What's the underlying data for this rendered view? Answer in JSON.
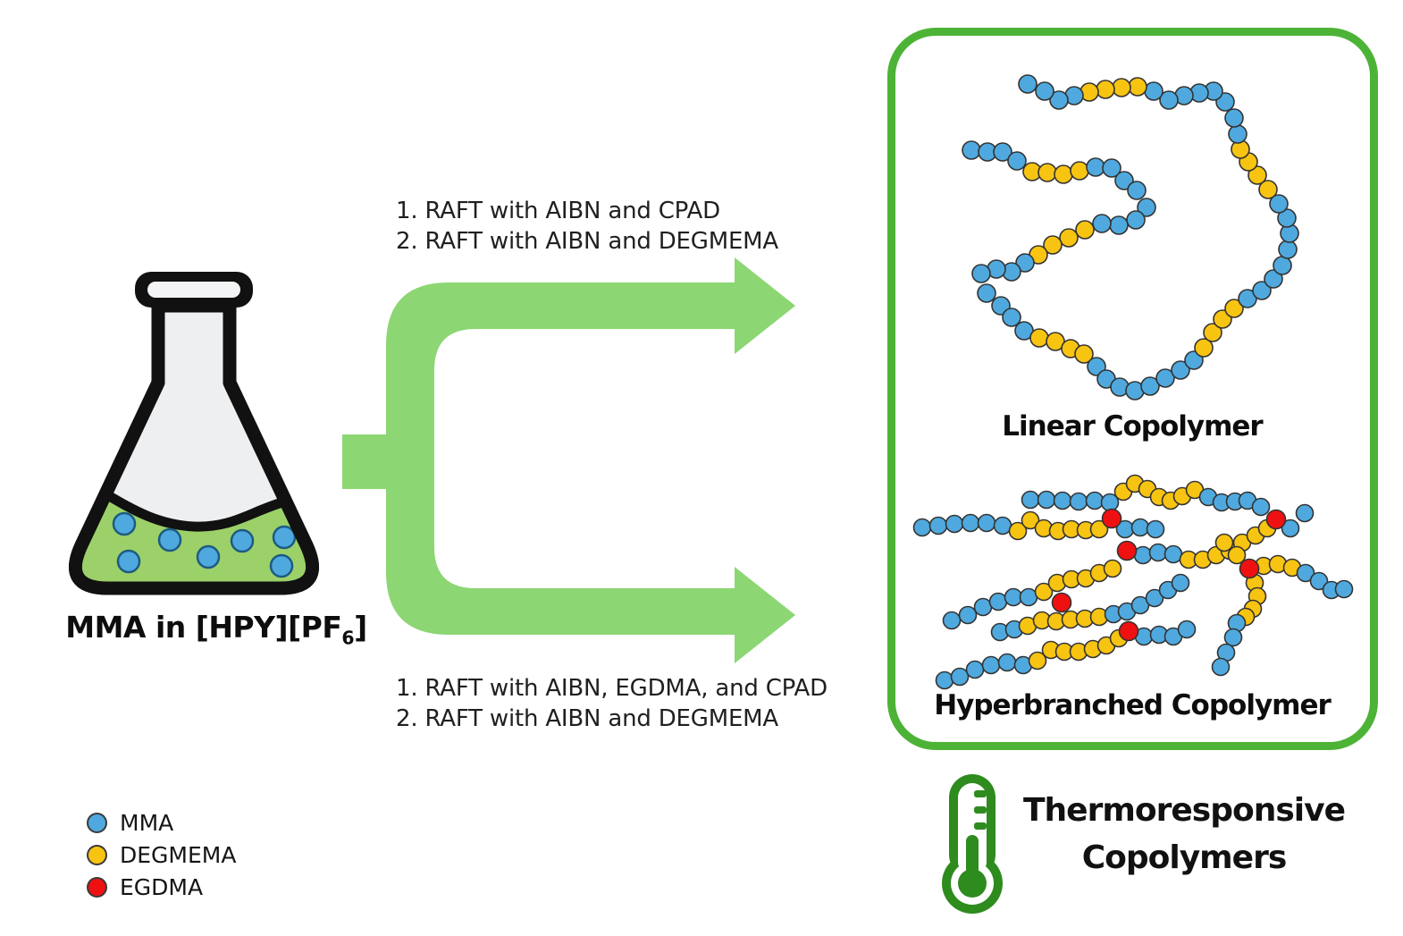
{
  "colors": {
    "blue": "#4FA9DE",
    "yellow": "#F8C412",
    "red": "#EF1111",
    "arrow_green": "#8CD673",
    "panel_green": "#4DB336",
    "thermo_green": "#2E8B1E",
    "liquid_green": "#9CD069",
    "flask_gray": "#EDEFF1",
    "bead_stroke": "#333333"
  },
  "flask": {
    "label": {
      "main": "MMA in [HPY][PF",
      "sub": "6",
      "end": "]"
    },
    "bubbles": [
      [
        84,
        296
      ],
      [
        135,
        314
      ],
      [
        178,
        333
      ],
      [
        216,
        315
      ],
      [
        263,
        311
      ],
      [
        260,
        343
      ],
      [
        89,
        338
      ]
    ]
  },
  "routes": {
    "top": [
      "1. RAFT with AIBN and CPAD",
      "2. RAFT with AIBN and DEGMEMA"
    ],
    "bottom": [
      "1. RAFT with AIBN, EGDMA,  and CPAD",
      "2. RAFT with AIBN and DEGMEMA"
    ]
  },
  "panel": {
    "linear_label": "Linear Copolymer",
    "hyperbranched_label": "Hyperbranched Copolymer"
  },
  "footer": {
    "line1": "Thermoresponsive",
    "line2": "Copolymers"
  },
  "legend": [
    {
      "label": "MMA",
      "color_key": "blue"
    },
    {
      "label": "DEGMEMA",
      "color_key": "yellow"
    },
    {
      "label": "EGDMA",
      "color_key": "red"
    }
  ],
  "polymers": {
    "linear": [
      [
        1087,
        168,
        "b"
      ],
      [
        1105,
        170,
        "b"
      ],
      [
        1122,
        170,
        "b"
      ],
      [
        1138,
        180,
        "b"
      ],
      [
        1155,
        192,
        "y"
      ],
      [
        1172,
        193,
        "y"
      ],
      [
        1190,
        195,
        "y"
      ],
      [
        1208,
        191,
        "y"
      ],
      [
        1226,
        187,
        "b"
      ],
      [
        1244,
        188,
        "b"
      ],
      [
        1258,
        202,
        "b"
      ],
      [
        1272,
        213,
        "b"
      ],
      [
        1283,
        232,
        "b"
      ],
      [
        1271,
        246,
        "b"
      ],
      [
        1252,
        252,
        "b"
      ],
      [
        1233,
        250,
        "b"
      ],
      [
        1214,
        257,
        "y"
      ],
      [
        1196,
        266,
        "y"
      ],
      [
        1178,
        274,
        "y"
      ],
      [
        1162,
        285,
        "y"
      ],
      [
        1147,
        294,
        "b"
      ],
      [
        1132,
        304,
        "b"
      ],
      [
        1115,
        301,
        "b"
      ],
      [
        1098,
        306,
        "b"
      ],
      [
        1104,
        328,
        "b"
      ],
      [
        1120,
        342,
        "b"
      ],
      [
        1132,
        355,
        "b"
      ],
      [
        1146,
        370,
        "b"
      ],
      [
        1163,
        378,
        "y"
      ],
      [
        1181,
        382,
        "y"
      ],
      [
        1198,
        390,
        "y"
      ],
      [
        1213,
        396,
        "y"
      ],
      [
        1227,
        410,
        "b"
      ],
      [
        1238,
        424,
        "b"
      ],
      [
        1253,
        433,
        "b"
      ],
      [
        1270,
        437,
        "b"
      ],
      [
        1287,
        432,
        "b"
      ],
      [
        1304,
        423,
        "b"
      ],
      [
        1321,
        414,
        "b"
      ],
      [
        1336,
        403,
        "b"
      ],
      [
        1347,
        389,
        "y"
      ],
      [
        1357,
        372,
        "y"
      ],
      [
        1368,
        357,
        "y"
      ],
      [
        1381,
        345,
        "y"
      ],
      [
        1396,
        334,
        "b"
      ],
      [
        1412,
        325,
        "b"
      ],
      [
        1425,
        312,
        "b"
      ],
      [
        1435,
        297,
        "b"
      ],
      [
        1441,
        279,
        "b"
      ],
      [
        1443,
        261,
        "b"
      ],
      [
        1440,
        244,
        "b"
      ],
      [
        1431,
        228,
        "b"
      ],
      [
        1419,
        212,
        "y"
      ],
      [
        1407,
        196,
        "y"
      ],
      [
        1397,
        181,
        "y"
      ],
      [
        1388,
        167,
        "y"
      ],
      [
        1385,
        150,
        "b"
      ],
      [
        1381,
        132,
        "b"
      ],
      [
        1371,
        114,
        "b"
      ],
      [
        1358,
        102,
        "b"
      ],
      [
        1342,
        104,
        "b"
      ],
      [
        1325,
        107,
        "b"
      ],
      [
        1308,
        112,
        "b"
      ],
      [
        1291,
        102,
        "b"
      ],
      [
        1273,
        97,
        "y"
      ],
      [
        1255,
        98,
        "y"
      ],
      [
        1237,
        100,
        "y"
      ],
      [
        1219,
        103,
        "y"
      ],
      [
        1202,
        107,
        "b"
      ],
      [
        1185,
        112,
        "b"
      ],
      [
        1169,
        102,
        "b"
      ],
      [
        1150,
        94,
        "b"
      ]
    ],
    "hyperbranched": {
      "strands": [
        [
          [
            1153,
            559,
            "b"
          ],
          [
            1171,
            559,
            "b"
          ],
          [
            1189,
            560,
            "b"
          ],
          [
            1207,
            561,
            "b"
          ],
          [
            1225,
            560,
            "b"
          ],
          [
            1242,
            562,
            "b"
          ],
          [
            1257,
            550,
            "y"
          ],
          [
            1270,
            541,
            "y"
          ],
          [
            1284,
            547,
            "y"
          ],
          [
            1297,
            556,
            "y"
          ],
          [
            1310,
            560,
            "y"
          ],
          [
            1323,
            555,
            "y"
          ],
          [
            1337,
            548,
            "y"
          ],
          [
            1352,
            556,
            "b"
          ],
          [
            1367,
            562,
            "b"
          ],
          [
            1382,
            561,
            "b"
          ],
          [
            1396,
            560,
            "b"
          ],
          [
            1411,
            567,
            "b"
          ],
          [
            1444,
            591,
            "b"
          ],
          [
            1460,
            574,
            "b"
          ]
        ],
        [
          [
            1032,
            590,
            "b"
          ],
          [
            1050,
            588,
            "b"
          ],
          [
            1068,
            586,
            "b"
          ],
          [
            1086,
            585,
            "b"
          ],
          [
            1104,
            585,
            "b"
          ],
          [
            1122,
            588,
            "b"
          ],
          [
            1139,
            594,
            "y"
          ],
          [
            1153,
            582,
            "y"
          ],
          [
            1168,
            591,
            "y"
          ],
          [
            1184,
            594,
            "y"
          ],
          [
            1199,
            592,
            "y"
          ],
          [
            1215,
            593,
            "y"
          ],
          [
            1230,
            592,
            "y"
          ],
          [
            1259,
            592,
            "b"
          ],
          [
            1276,
            590,
            "b"
          ],
          [
            1293,
            592,
            "b"
          ]
        ],
        [
          [
            1065,
            694,
            "b"
          ],
          [
            1083,
            688,
            "b"
          ],
          [
            1100,
            679,
            "b"
          ],
          [
            1117,
            673,
            "b"
          ],
          [
            1134,
            668,
            "b"
          ],
          [
            1151,
            668,
            "b"
          ],
          [
            1168,
            662,
            "y"
          ],
          [
            1183,
            652,
            "y"
          ],
          [
            1199,
            648,
            "y"
          ],
          [
            1215,
            647,
            "y"
          ],
          [
            1230,
            641,
            "y"
          ],
          [
            1245,
            636,
            "y"
          ],
          [
            1279,
            621,
            "b"
          ],
          [
            1296,
            618,
            "b"
          ],
          [
            1313,
            620,
            "b"
          ],
          [
            1330,
            626,
            "y"
          ],
          [
            1346,
            626,
            "y"
          ],
          [
            1361,
            621,
            "y"
          ],
          [
            1376,
            616,
            "y"
          ],
          [
            1390,
            607,
            "y"
          ],
          [
            1405,
            599,
            "y"
          ],
          [
            1418,
            591,
            "y"
          ]
        ],
        [
          [
            1119,
            707,
            "b"
          ],
          [
            1135,
            704,
            "b"
          ],
          [
            1150,
            700,
            "y"
          ],
          [
            1166,
            694,
            "y"
          ],
          [
            1182,
            695,
            "y"
          ],
          [
            1198,
            693,
            "y"
          ],
          [
            1214,
            692,
            "y"
          ],
          [
            1230,
            690,
            "y"
          ],
          [
            1246,
            687,
            "b"
          ],
          [
            1261,
            684,
            "b"
          ],
          [
            1276,
            677,
            "b"
          ],
          [
            1292,
            669,
            "b"
          ],
          [
            1307,
            660,
            "b"
          ],
          [
            1321,
            652,
            "b"
          ]
        ],
        [
          [
            1057,
            761,
            "b"
          ],
          [
            1074,
            757,
            "b"
          ],
          [
            1091,
            749,
            "b"
          ],
          [
            1109,
            744,
            "b"
          ],
          [
            1127,
            741,
            "b"
          ],
          [
            1145,
            744,
            "b"
          ],
          [
            1161,
            739,
            "y"
          ],
          [
            1176,
            727,
            "y"
          ],
          [
            1191,
            729,
            "y"
          ],
          [
            1207,
            729,
            "y"
          ],
          [
            1223,
            726,
            "y"
          ],
          [
            1238,
            722,
            "y"
          ],
          [
            1252,
            714,
            "y"
          ],
          [
            1280,
            712,
            "b"
          ],
          [
            1297,
            710,
            "b"
          ],
          [
            1313,
            712,
            "b"
          ],
          [
            1328,
            704,
            "b"
          ]
        ],
        [
          [
            1370,
            607,
            "y"
          ],
          [
            1384,
            621,
            "y"
          ],
          [
            1414,
            633,
            "y"
          ],
          [
            1430,
            631,
            "y"
          ],
          [
            1446,
            635,
            "y"
          ],
          [
            1461,
            641,
            "b"
          ],
          [
            1476,
            650,
            "b"
          ],
          [
            1490,
            660,
            "b"
          ],
          [
            1504,
            659,
            "b"
          ]
        ],
        [
          [
            1404,
            652,
            "y"
          ],
          [
            1407,
            667,
            "y"
          ],
          [
            1402,
            681,
            "y"
          ],
          [
            1394,
            690,
            "y"
          ],
          [
            1384,
            697,
            "b"
          ],
          [
            1380,
            713,
            "b"
          ],
          [
            1372,
            730,
            "b"
          ],
          [
            1366,
            746,
            "b"
          ]
        ]
      ],
      "crosslinks": [
        [
          1428,
          581
        ],
        [
          1244,
          580
        ],
        [
          1261,
          616
        ],
        [
          1188,
          674
        ],
        [
          1263,
          706
        ],
        [
          1398,
          636
        ]
      ]
    }
  }
}
